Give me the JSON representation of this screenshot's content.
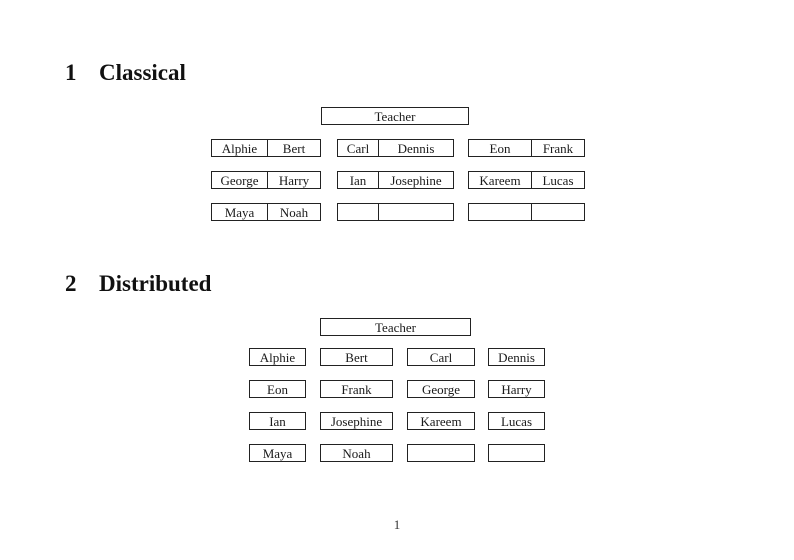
{
  "colors": {
    "background": "#ffffff",
    "text": "#1a1a1a",
    "border": "#222222"
  },
  "page": {
    "number": "1"
  },
  "sections": [
    {
      "number": "1",
      "title": "Classical",
      "teacher_label": "Teacher",
      "rows": [
        [
          [
            "Alphie",
            "Bert"
          ],
          [
            "Carl",
            "Dennis"
          ],
          [
            "Eon",
            "Frank"
          ]
        ],
        [
          [
            "George",
            "Harry"
          ],
          [
            "Ian",
            "Josephine"
          ],
          [
            "Kareem",
            "Lucas"
          ]
        ],
        [
          [
            "Maya",
            "Noah"
          ],
          [
            "",
            ""
          ],
          [
            "",
            ""
          ]
        ]
      ]
    },
    {
      "number": "2",
      "title": "Distributed",
      "teacher_label": "Teacher",
      "rows": [
        [
          "Alphie",
          "Bert",
          "Carl",
          "Dennis"
        ],
        [
          "Eon",
          "Frank",
          "George",
          "Harry"
        ],
        [
          "Ian",
          "Josephine",
          "Kareem",
          "Lucas"
        ],
        [
          "Maya",
          "Noah",
          "",
          ""
        ]
      ]
    }
  ]
}
